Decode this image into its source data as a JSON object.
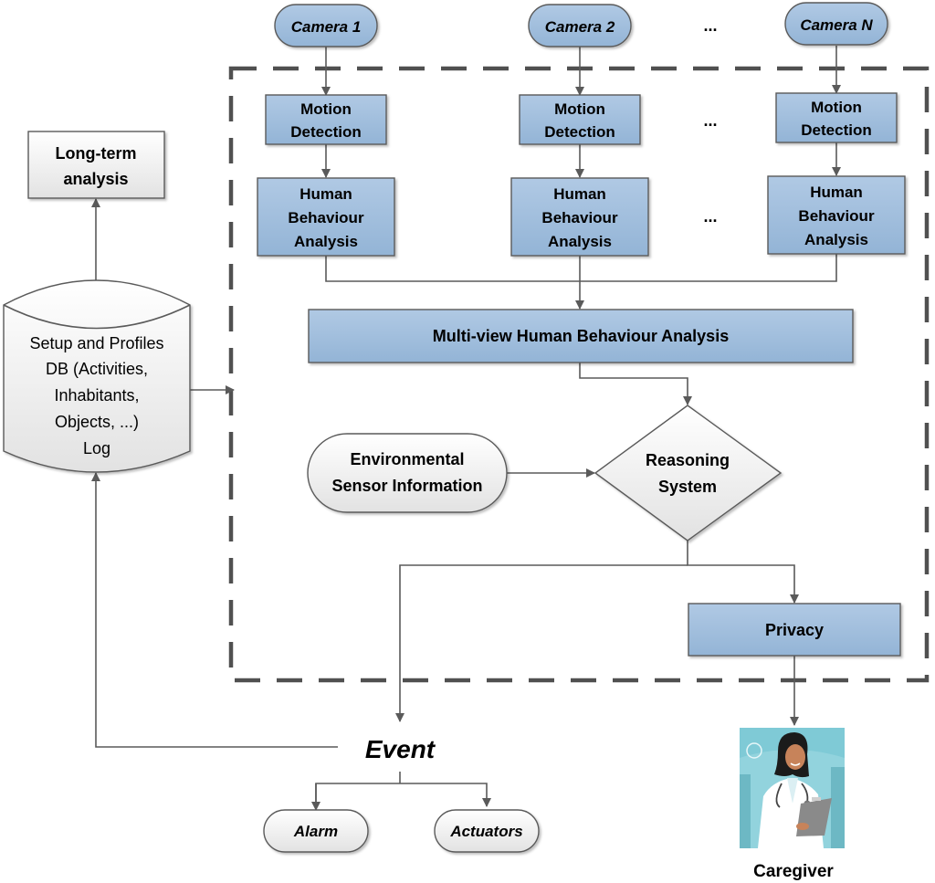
{
  "diagram": {
    "cameras": [
      {
        "label": "Camera 1"
      },
      {
        "label": "Camera 2"
      },
      {
        "label": "Camera N"
      }
    ],
    "ellipsis": "...",
    "motion_detection": {
      "line1": "Motion",
      "line2": "Detection"
    },
    "human_behaviour": {
      "line1": "Human",
      "line2": "Behaviour",
      "line3": "Analysis"
    },
    "multiview": "Multi-view Human Behaviour Analysis",
    "reasoning": {
      "line1": "Reasoning",
      "line2": "System"
    },
    "environmental": {
      "line1": "Environmental",
      "line2": "Sensor Information"
    },
    "privacy": "Privacy",
    "longterm": {
      "line1": "Long-term",
      "line2": "analysis"
    },
    "database": {
      "lines": [
        "Setup and Profiles",
        "DB (Activities,",
        "Inhabitants,",
        "Objects, ...)",
        "Log"
      ]
    },
    "event": "Event",
    "alarm": "Alarm",
    "actuators": "Actuators",
    "caregiver": "Caregiver",
    "colors": {
      "blue_fill_top": "#b0c9e4",
      "blue_fill_bottom": "#93b4d6",
      "gray_fill_top": "#ffffff",
      "gray_fill_bottom": "#e4e4e4",
      "line": "#5a5a5a",
      "dash": "#505050"
    }
  }
}
